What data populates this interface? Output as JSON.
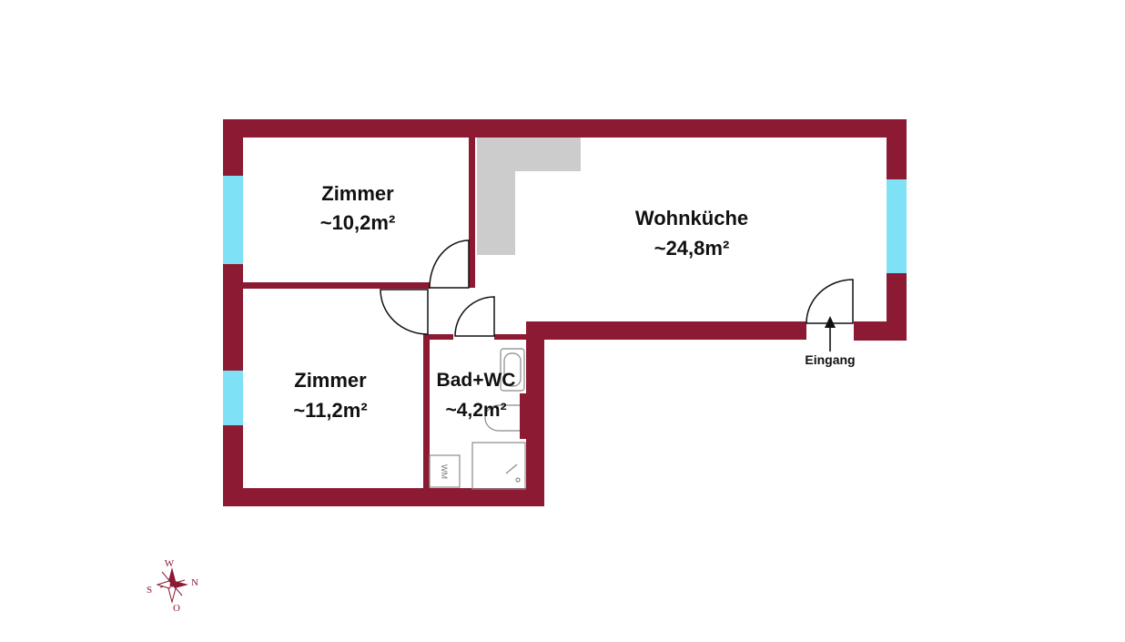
{
  "colors": {
    "wall": "#8b1a32",
    "window": "#7fe1f5",
    "counter": "#cccccc",
    "fixture_stroke": "#8a8a8a",
    "text": "#111111"
  },
  "rooms": [
    {
      "id": "zimmer-1",
      "name": "Zimmer",
      "area": "~10,2m²"
    },
    {
      "id": "wohnkueche",
      "name": "Wohnküche",
      "area": "~24,8m²"
    },
    {
      "id": "zimmer-2",
      "name": "Zimmer",
      "area": "~11,2m²"
    },
    {
      "id": "bad-wc",
      "name": "Bad+WC",
      "area": "~4,2m²"
    }
  ],
  "entrance": {
    "label": "Eingang"
  },
  "fixtures": {
    "washing_machine": "WM"
  },
  "compass": {
    "north": "N",
    "south": "S",
    "west": "W",
    "east": "O"
  }
}
